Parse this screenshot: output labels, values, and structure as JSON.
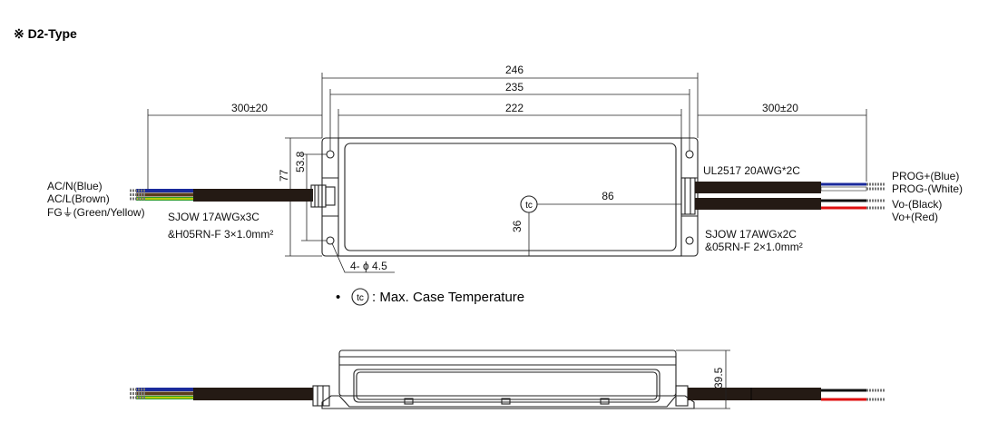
{
  "title": "※  D2-Type",
  "dimensions": {
    "overall_length": "246",
    "mount_length": "235",
    "body_length": "222",
    "input_cable_length": "300±20",
    "output_cable_length": "300±20",
    "width": "77",
    "mount_width": "53.8",
    "tc_x": "86",
    "tc_y": "36",
    "hole": "4- ϕ 4.5",
    "height": "39.5"
  },
  "input_wires": {
    "labels": [
      "AC/N(Blue)",
      "AC/L(Brown)",
      "FG⏚(Green/Yellow)"
    ],
    "cable_line1": "SJOW 17AWGx3C",
    "cable_line2": "&H05RN-F 3×1.0mm²"
  },
  "output_wires": {
    "labels": [
      "PROG+(Blue)",
      "PROG-(White)",
      "Vo-(Black)",
      "Vo+(Red)"
    ],
    "prog_cable": "UL2517 20AWG*2C",
    "cable_line1": "SJOW 17AWGx2C",
    "cable_line2": "&05RN-F 2×1.0mm²"
  },
  "tc_symbol": "tc",
  "legend": {
    "bullet": "•",
    "text": ": Max. Case Temperature"
  },
  "colors": {
    "blue": "#1a2a9c",
    "brown": "#5a3c1c",
    "green": "#2a9a2a",
    "yellow": "#e8d800",
    "red": "#e01010",
    "black": "#111111",
    "cable": "#241a14"
  }
}
